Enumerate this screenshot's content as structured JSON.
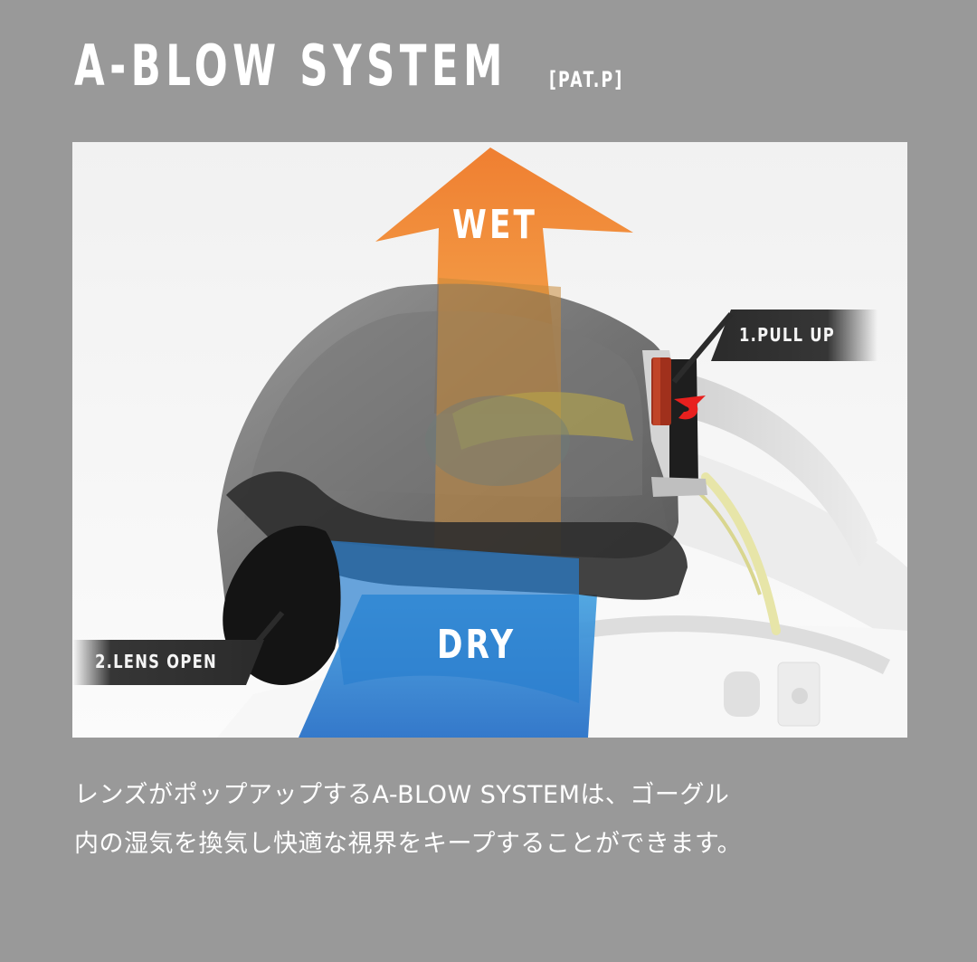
{
  "header": {
    "title": "A-BLOW SYSTEM",
    "subtitle": "[PAT.P]"
  },
  "illustration": {
    "subject": "ski goggle cutaway with ventilation airflow",
    "arrows": [
      {
        "label": "WET",
        "direction": "up",
        "color": "#f0873a"
      },
      {
        "label": "DRY",
        "direction": "up",
        "color": "#2f7fd0"
      }
    ],
    "callouts": [
      {
        "label": "1.PULL UP"
      },
      {
        "label": "2.LENS OPEN"
      }
    ],
    "colors": {
      "background": "#999999",
      "panel": "#f2f2f2",
      "wet_arrow": "#f0873a",
      "dry_arrow": "#2f7fd0",
      "callout_bg": "#2e2e2e",
      "lever": "#a0301c",
      "logo_red": "#e8201e"
    }
  },
  "description": {
    "line1": "レンズがポップアップするA-BLOW SYSTEMは、ゴーグル",
    "line2": "内の湿気を換気し快適な視界をキープすることができます。"
  }
}
